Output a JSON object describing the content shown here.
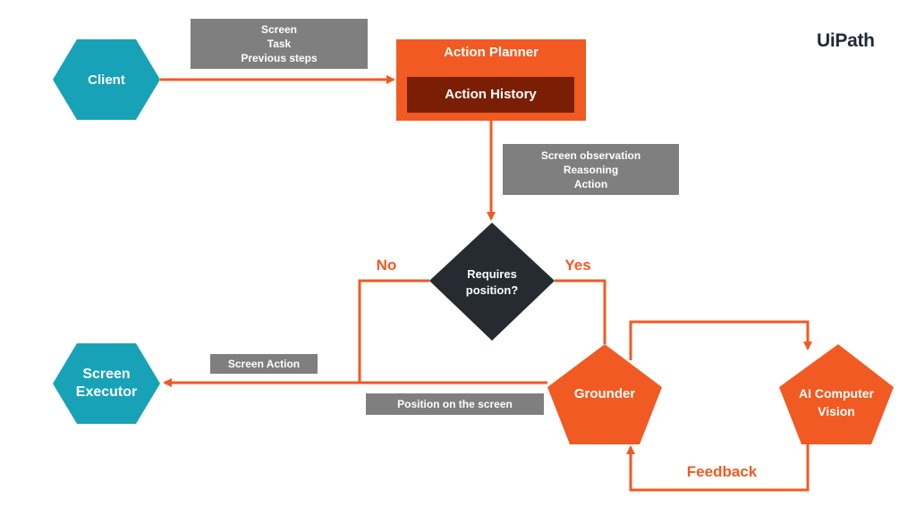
{
  "brand": {
    "logo_text": "UiPath",
    "colors": {
      "orange": "#f15a22",
      "dark_red": "#7a1e05",
      "teal": "#17a2b8",
      "gray": "#7f7f7f",
      "diamond": "#262b32"
    }
  },
  "nodes": {
    "client": "Client",
    "action_planner": "Action Planner",
    "action_history": "Action History",
    "decision": [
      "Requires",
      "position?"
    ],
    "screen_executor": [
      "Screen",
      "Executor"
    ],
    "grounder": "Grounder",
    "ai_cv": [
      "AI Computer",
      "Vision"
    ]
  },
  "labels": {
    "client_to_planner": [
      "Screen",
      "Task",
      "Previous steps"
    ],
    "planner_output": [
      "Screen observation",
      "Reasoning",
      "Action"
    ],
    "no": "No",
    "yes": "Yes",
    "screen_action": "Screen Action",
    "position_on_screen": "Position on the screen",
    "feedback": "Feedback"
  }
}
